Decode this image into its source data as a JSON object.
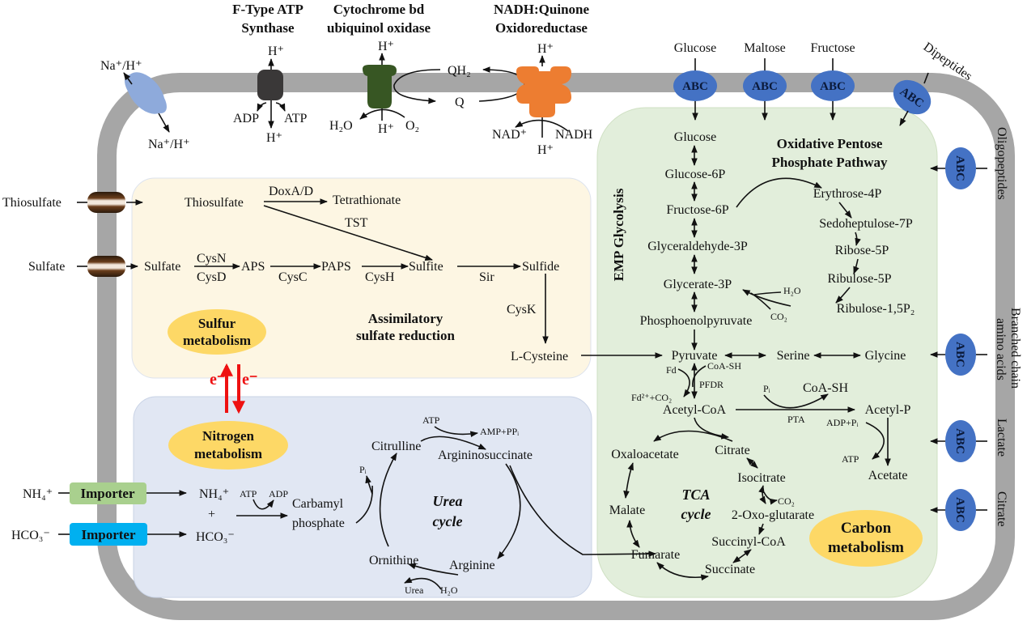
{
  "title": "Cell metabolism overview: sulfur, nitrogen and carbon metabolism",
  "colors": {
    "membrane": "#a6a6a6",
    "sulfur_region": "#fdf6e3",
    "nitrogen_region": "#e1e7f3",
    "carbon_region": "#e2eedb",
    "abc_transporter": "#4472c4",
    "metabolism_label": "#fdd866",
    "nh4_importer": "#a9d08e",
    "hco3_importer": "#00b0f0",
    "atp_synthase": "#3a3838",
    "cytochrome": "#375623",
    "nadh_oxidoreductase": "#ed7d31",
    "antiporter": "#8eaadb",
    "electron_arrows": "#ee1111"
  },
  "membrane_complexes": {
    "antiporter": {
      "out": "Na⁺/H⁺",
      "in": "Na⁺/H⁺"
    },
    "atp_synthase": {
      "title_1": "F-Type ATP",
      "title_2": "Synthase",
      "h_out": "H⁺",
      "h_in": "H⁺",
      "adp": "ADP",
      "atp": "ATP"
    },
    "cytochrome": {
      "title_1": "Cytochrome bd",
      "title_2": "ubiquinol oxidase",
      "h_out": "H⁺",
      "h_in": "H⁺",
      "h2o": "H₂O",
      "o2": "O₂"
    },
    "quinone": {
      "qh2": "QH₂",
      "q": "Q"
    },
    "nadh": {
      "title_1": "NADH:Quinone",
      "title_2": "Oxidoreductase",
      "h_out": "H⁺",
      "h_in": "H⁺",
      "nad": "NAD⁺",
      "nadh": "NADH"
    }
  },
  "abc_label": "ABC",
  "abc_transporters": [
    {
      "substrate": "Glucose"
    },
    {
      "substrate": "Maltose"
    },
    {
      "substrate": "Fructose"
    },
    {
      "substrate": "Dipeptides"
    },
    {
      "substrate": "Oligopeptides"
    },
    {
      "substrate_1": "Branched chain",
      "substrate_2": "amino acids"
    },
    {
      "substrate": "Lactate"
    },
    {
      "substrate": "Citrate"
    }
  ],
  "sulfur": {
    "external": {
      "thiosulfate": "Thiosulfate",
      "sulfate": "Sulfate"
    },
    "thiosulfate": "Thiosulfate",
    "doxad": "DoxA/D",
    "tetrathionate": "Tetrathionate",
    "tst": "TST",
    "sulfate": "Sulfate",
    "cysn": "CysN",
    "cysd": "CysD",
    "aps": "APS",
    "cysc": "CysC",
    "paps": "PAPS",
    "cysh": "CysH",
    "sulfite": "Sulfite",
    "sir": "Sir",
    "sulfide": "Sulfide",
    "cysk": "CysK",
    "cysteine": "L-Cysteine",
    "pathway_title_1": "Assimilatory",
    "pathway_title_2": "sulfate reduction",
    "badge_1": "Sulfur",
    "badge_2": "metabolism"
  },
  "electron": {
    "up": "e⁻",
    "down": "e⁻"
  },
  "nitrogen": {
    "badge_1": "Nitrogen",
    "badge_2": "metabolism",
    "nh4_ext": "NH₄⁺",
    "hco3_ext": "HCO₃⁻",
    "importer": "Importer",
    "nh4": "NH₄⁺",
    "plus": "+",
    "hco3": "HCO₃⁻",
    "atp": "ATP",
    "adp": "ADP",
    "carbamyl_1": "Carbamyl",
    "carbamyl_2": "phosphate",
    "pi": "Pᵢ",
    "citrulline": "Citrulline",
    "atp2": "ATP",
    "amp": "AMP+PPᵢ",
    "argininosuccinate": "Argininosuccinate",
    "cycle_1": "Urea",
    "cycle_2": "cycle",
    "ornithine": "Ornithine",
    "arginine": "Arginine",
    "urea": "Urea",
    "h2o": "H₂O"
  },
  "carbon": {
    "emp_title": "EMP Glycolysis",
    "ppp_title_1": "Oxidative Pentose",
    "ppp_title_2": "Phosphate Pathway",
    "glucose": "Glucose",
    "glucose6p": "Glucose-6P",
    "fructose6p": "Fructose-6P",
    "gap": "Glyceraldehyde-3P",
    "g3p": "Glycerate-3P",
    "pep": "Phosphoenolpyruvate",
    "erythrose": "Erythrose-4P",
    "sedo": "Sedoheptulose-7P",
    "ribose": "Ribose-5P",
    "ribulose5p": "Ribulose-5P",
    "rubp": "Ribulose-1,5P₂",
    "h2o": "H₂O",
    "co2": "CO₂",
    "pyruvate": "Pyruvate",
    "serine": "Serine",
    "glycine": "Glycine",
    "fd": "Fd",
    "coash": "CoA-SH",
    "pfdr": "PFDR",
    "fd2": "Fd²⁺+CO₂",
    "acetylcoa": "Acetyl-CoA",
    "pi": "Pᵢ",
    "coash2": "CoA-SH",
    "pta": "PTA",
    "acetylp": "Acetyl-P",
    "adppi": "ADP+Pᵢ",
    "atp": "ATP",
    "acetate": "Acetate",
    "oxaloacetate": "Oxaloacetate",
    "citrate": "Citrate",
    "isocitrate": "Isocitrate",
    "co2b": "CO₂",
    "oxoglutarate": "2-Oxo-glutarate",
    "succinylcoa": "Succinyl-CoA",
    "succinate": "Succinate",
    "fumarate": "Fumarate",
    "malate": "Malate",
    "tca_1": "TCA",
    "tca_2": "cycle",
    "badge_1": "Carbon",
    "badge_2": "metabolism"
  }
}
